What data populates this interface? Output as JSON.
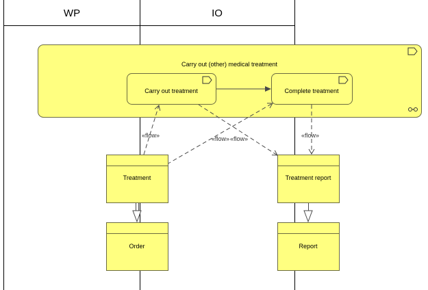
{
  "lanes": [
    {
      "id": "wp",
      "label": "WP"
    },
    {
      "id": "io",
      "label": "IO"
    }
  ],
  "process": {
    "label": "Carry out (other) medical treatment",
    "steps": [
      {
        "id": "carry",
        "label": "Carry out treatment"
      },
      {
        "id": "complete",
        "label": "Complete treatment"
      }
    ]
  },
  "objects": [
    {
      "id": "treatment",
      "label": "Treatment"
    },
    {
      "id": "treatment_report",
      "label": "Treatment report"
    },
    {
      "id": "order",
      "label": "Order"
    },
    {
      "id": "report",
      "label": "Report"
    }
  ],
  "flows": {
    "left": "«flow»",
    "center_left": "«flow»",
    "center_right": "«flow»",
    "right": "«flow»"
  },
  "colors": {
    "element_fill": "#FFFF80",
    "border": "#6b6b40",
    "connector": "#4a4a4a"
  }
}
